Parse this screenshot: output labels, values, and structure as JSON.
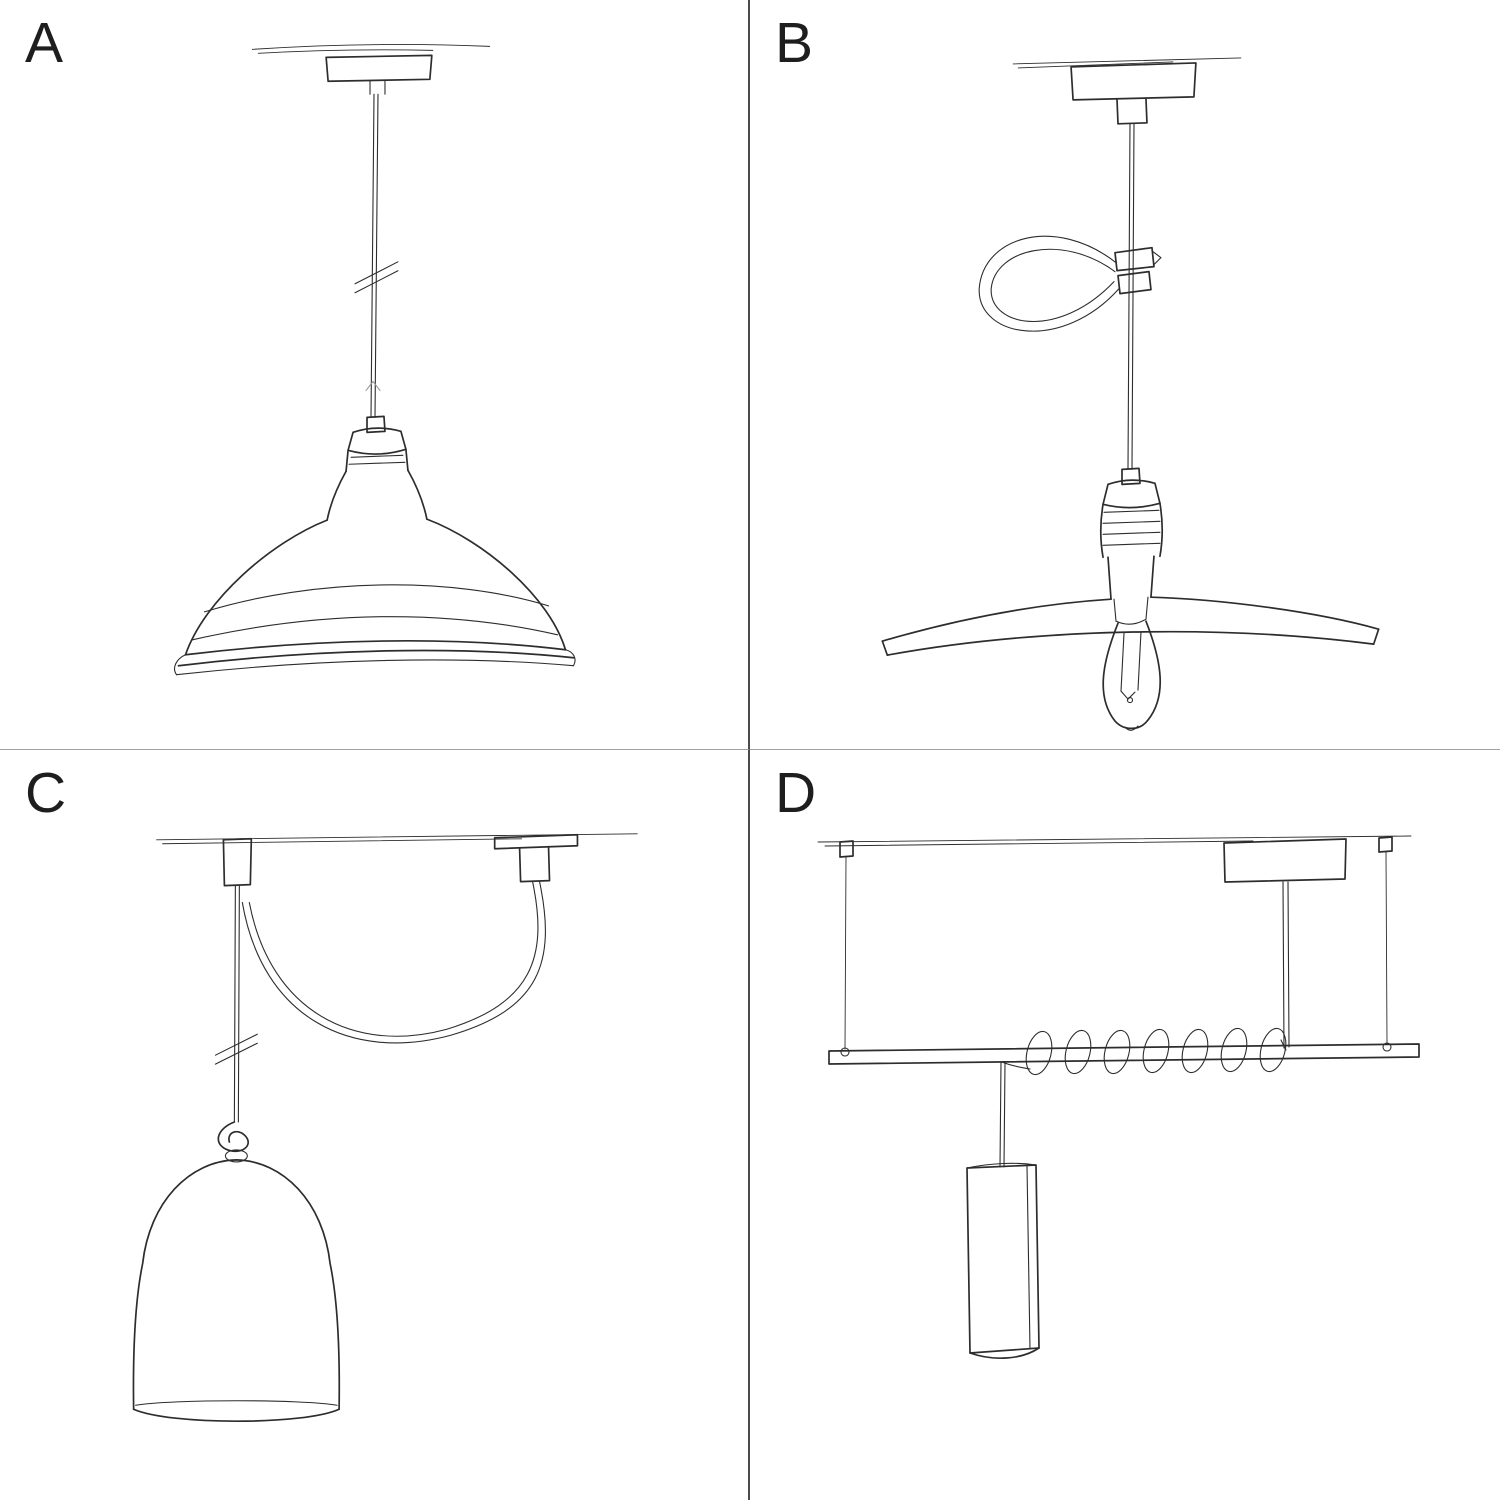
{
  "sheet": {
    "background_color": "#ffffff",
    "ink_color": "#2d2d2d",
    "divider_vertical_color": "#4b4b4b",
    "divider_horizontal_color": "#a0a0a0"
  },
  "panels": [
    {
      "label": "A",
      "illustration": "pendant-cord-with-metal-bowl-shade-sketch"
    },
    {
      "label": "B",
      "illustration": "pendant-cord-with-cable-tie-flat-shade-and-edison-bulb-sketch"
    },
    {
      "label": "C",
      "illustration": "swag-pendant-with-ceiling-hook-knot-and-bell-shade-sketch"
    },
    {
      "label": "D",
      "illustration": "suspended-bar-with-coiled-cord-and-tube-shade-sketch"
    }
  ]
}
